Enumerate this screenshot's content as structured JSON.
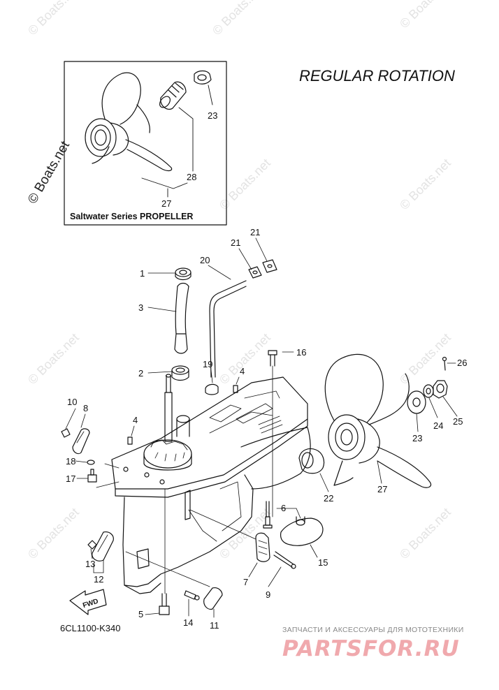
{
  "diagram": {
    "title": "REGULAR ROTATION",
    "inset_caption": "Saltwater Series PROPELLER",
    "model_code": "6CL1100-K340",
    "side_watermark": "© Boats.net",
    "watermark": "© Boats.net",
    "fwd_label": "FWD",
    "shop_tagline": "ЗАПЧАСТИ И АКСЕССУАРЫ ДЛЯ МОТОТЕХНИКИ",
    "shop_logo": "PARTSFOR.RU",
    "callouts": {
      "c1": "1",
      "c2": "2",
      "c3": "3",
      "c4a": "4",
      "c4b": "4",
      "c5": "5",
      "c6": "6",
      "c7": "7",
      "c8": "8",
      "c9": "9",
      "c10": "10",
      "c11": "11",
      "c12": "12",
      "c13": "13",
      "c14": "14",
      "c15": "15",
      "c16": "16",
      "c17": "17",
      "c18": "18",
      "c19": "19",
      "c20": "20",
      "c21a": "21",
      "c21b": "21",
      "c22": "22",
      "c23": "23",
      "c23i": "23",
      "c24": "24",
      "c25": "25",
      "c26": "26",
      "c27": "27",
      "c27i": "27",
      "c28": "28"
    }
  }
}
